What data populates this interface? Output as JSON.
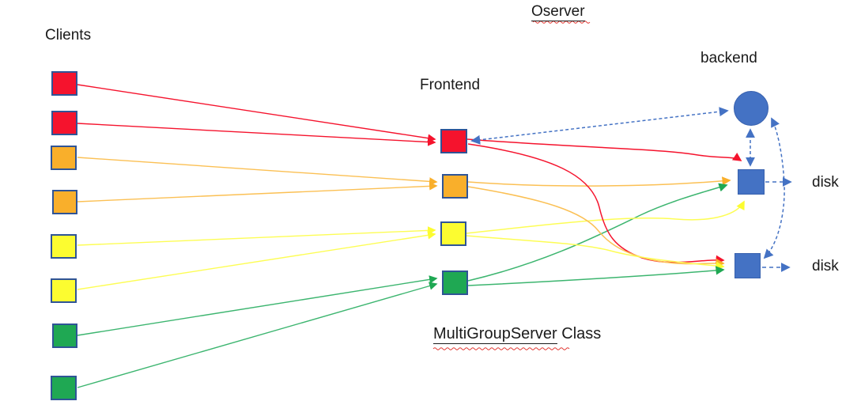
{
  "title": "Oserver",
  "labels": {
    "clients": "Clients",
    "frontend": "Frontend",
    "backend": "backend",
    "disk_top": "disk",
    "disk_bottom": "disk",
    "class_underlined_part": "MultiGroupServer",
    "class_plain_part": " Class"
  },
  "colors": {
    "red": "#F5132D",
    "orange": "#F9AF2B",
    "orange_line": "#FBC054",
    "yellow": "#FCFC30",
    "yellow_line": "#FDFD55",
    "green": "#1FA853",
    "green_line": "#3CB56F",
    "node_blue": "#4472C4",
    "square_border": "#2F5496",
    "squiggle_red": "#E0302A",
    "text": "#1a1a1a"
  },
  "graph": {
    "clients": [
      {
        "id": "client-1",
        "group": "red"
      },
      {
        "id": "client-2",
        "group": "red"
      },
      {
        "id": "client-3",
        "group": "orange"
      },
      {
        "id": "client-4",
        "group": "orange"
      },
      {
        "id": "client-5",
        "group": "yellow"
      },
      {
        "id": "client-6",
        "group": "yellow"
      },
      {
        "id": "client-7",
        "group": "green"
      },
      {
        "id": "client-8",
        "group": "green"
      }
    ],
    "frontend_nodes": [
      {
        "id": "frontend-red",
        "group": "red"
      },
      {
        "id": "frontend-orange",
        "group": "orange"
      },
      {
        "id": "frontend-yellow",
        "group": "yellow"
      },
      {
        "id": "frontend-green",
        "group": "green"
      }
    ],
    "backend_nodes": [
      {
        "id": "backend-circle",
        "shape": "circle"
      },
      {
        "id": "backend-server-top",
        "shape": "square",
        "disk": "disk"
      },
      {
        "id": "backend-server-bottom",
        "shape": "square",
        "disk": "disk"
      }
    ],
    "edges": [
      {
        "from": "client-1",
        "to": "frontend-red",
        "style": "solid"
      },
      {
        "from": "client-2",
        "to": "frontend-red",
        "style": "solid"
      },
      {
        "from": "client-3",
        "to": "frontend-orange",
        "style": "solid"
      },
      {
        "from": "client-4",
        "to": "frontend-orange",
        "style": "solid"
      },
      {
        "from": "client-5",
        "to": "frontend-yellow",
        "style": "solid"
      },
      {
        "from": "client-6",
        "to": "frontend-yellow",
        "style": "solid"
      },
      {
        "from": "client-7",
        "to": "frontend-green",
        "style": "solid"
      },
      {
        "from": "client-8",
        "to": "frontend-green",
        "style": "solid"
      },
      {
        "from": "frontend-red",
        "to": "backend-server-top",
        "style": "solid"
      },
      {
        "from": "frontend-red",
        "to": "backend-server-bottom",
        "style": "solid"
      },
      {
        "from": "frontend-orange",
        "to": "backend-server-top",
        "style": "solid"
      },
      {
        "from": "frontend-orange",
        "to": "backend-server-bottom",
        "style": "solid"
      },
      {
        "from": "frontend-yellow",
        "to": "backend-server-top",
        "style": "solid"
      },
      {
        "from": "frontend-yellow",
        "to": "backend-server-bottom",
        "style": "solid"
      },
      {
        "from": "frontend-green",
        "to": "backend-server-top",
        "style": "solid"
      },
      {
        "from": "frontend-green",
        "to": "backend-server-bottom",
        "style": "solid"
      },
      {
        "from": "frontend-red",
        "to": "backend-circle",
        "style": "dashed-bidirectional"
      },
      {
        "from": "backend-server-top",
        "to": "backend-circle",
        "style": "dashed-bidirectional"
      },
      {
        "from": "backend-server-bottom",
        "to": "backend-circle",
        "style": "dashed-bidirectional"
      },
      {
        "from": "backend-server-top",
        "to": "disk-top",
        "style": "dashed"
      },
      {
        "from": "backend-server-bottom",
        "to": "disk-bottom",
        "style": "dashed"
      }
    ]
  }
}
